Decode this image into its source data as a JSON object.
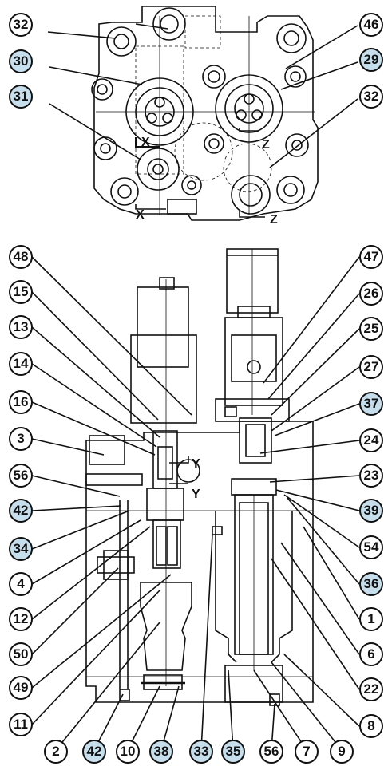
{
  "colors": {
    "highlight": "#c7dfec",
    "line": "#111111",
    "bg": "#ffffff"
  },
  "view_markers": {
    "x": "X",
    "z": "Z",
    "y": "Y"
  },
  "top_view": {
    "labels_left": [
      {
        "n": "32",
        "hl": false
      },
      {
        "n": "30",
        "hl": true
      },
      {
        "n": "31",
        "hl": true
      }
    ],
    "labels_right": [
      {
        "n": "46",
        "hl": false
      },
      {
        "n": "29",
        "hl": true
      },
      {
        "n": "32",
        "hl": false
      }
    ]
  },
  "front_view": {
    "labels_left": [
      {
        "n": "48",
        "hl": false
      },
      {
        "n": "15",
        "hl": false
      },
      {
        "n": "13",
        "hl": false
      },
      {
        "n": "14",
        "hl": false
      },
      {
        "n": "16",
        "hl": false
      },
      {
        "n": "3",
        "hl": false
      },
      {
        "n": "56",
        "hl": false
      },
      {
        "n": "42",
        "hl": true
      },
      {
        "n": "34",
        "hl": true
      },
      {
        "n": "4",
        "hl": false
      },
      {
        "n": "12",
        "hl": false
      },
      {
        "n": "50",
        "hl": false
      },
      {
        "n": "49",
        "hl": false
      },
      {
        "n": "11",
        "hl": false
      }
    ],
    "labels_right": [
      {
        "n": "47",
        "hl": false
      },
      {
        "n": "26",
        "hl": false
      },
      {
        "n": "25",
        "hl": false
      },
      {
        "n": "27",
        "hl": false
      },
      {
        "n": "37",
        "hl": true
      },
      {
        "n": "24",
        "hl": false
      },
      {
        "n": "23",
        "hl": false
      },
      {
        "n": "39",
        "hl": true
      },
      {
        "n": "54",
        "hl": false
      },
      {
        "n": "36",
        "hl": true
      },
      {
        "n": "1",
        "hl": false
      },
      {
        "n": "6",
        "hl": false
      },
      {
        "n": "22",
        "hl": false
      },
      {
        "n": "8",
        "hl": false
      }
    ],
    "labels_bottom": [
      {
        "n": "2",
        "hl": false
      },
      {
        "n": "42",
        "hl": true
      },
      {
        "n": "10",
        "hl": false
      },
      {
        "n": "38",
        "hl": true
      },
      {
        "n": "33",
        "hl": true
      },
      {
        "n": "35",
        "hl": true
      },
      {
        "n": "56",
        "hl": false
      },
      {
        "n": "7",
        "hl": false
      },
      {
        "n": "9",
        "hl": false
      }
    ]
  }
}
